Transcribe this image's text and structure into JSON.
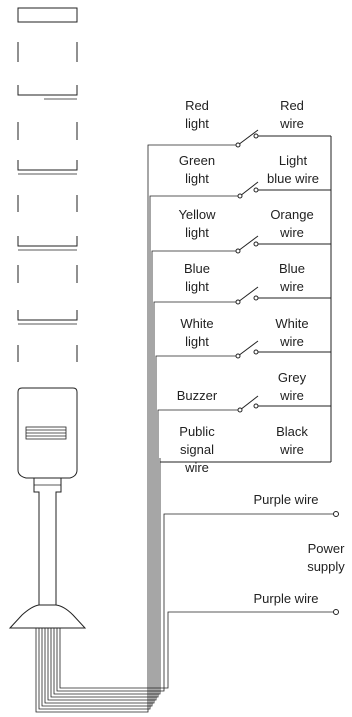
{
  "switch_rows": [
    {
      "name": "red",
      "light": [
        "Red",
        "light"
      ],
      "wire": [
        "Red",
        "wire"
      ]
    },
    {
      "name": "green",
      "light": [
        "Green",
        "light"
      ],
      "wire": [
        "Light",
        "blue wire"
      ]
    },
    {
      "name": "yellow",
      "light": [
        "Yellow",
        "light"
      ],
      "wire": [
        "Orange",
        "wire"
      ]
    },
    {
      "name": "blue",
      "light": [
        "Blue",
        "light"
      ],
      "wire": [
        "Blue",
        "wire"
      ]
    },
    {
      "name": "white",
      "light": [
        "White",
        "light"
      ],
      "wire": [
        "White",
        "wire"
      ]
    },
    {
      "name": "buzzer",
      "light": [
        "Buzzer"
      ],
      "wire": [
        "Grey",
        "wire"
      ]
    }
  ],
  "common": {
    "label": [
      "Public",
      "signal",
      "wire"
    ],
    "wire": [
      "Black",
      "wire"
    ]
  },
  "power": {
    "wire_top": "Purple wire",
    "wire_bottom": "Purple wire",
    "supply": [
      "Power",
      "supply"
    ]
  }
}
